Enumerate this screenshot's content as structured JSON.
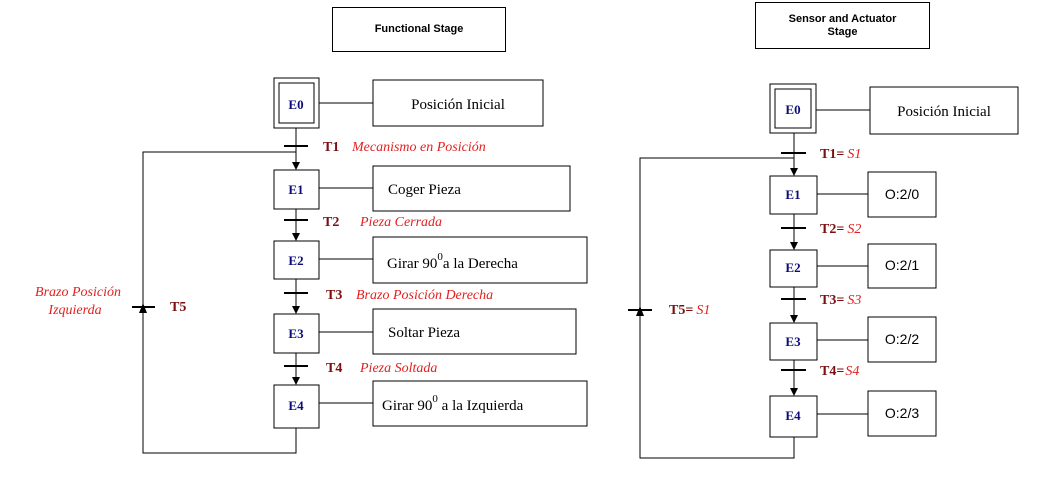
{
  "titles": {
    "functional": "Functional Stage",
    "sensor_line1": "Sensor and Actuator",
    "sensor_line2": "Stage"
  },
  "functional": {
    "steps": [
      {
        "id": "E0",
        "action": "Posición Inicial",
        "initial": true
      },
      {
        "id": "E1",
        "action": "Coger Pieza"
      },
      {
        "id": "E2",
        "action_pre": "Girar 90",
        "action_sup": "0",
        "action_post": "a la Derecha"
      },
      {
        "id": "E3",
        "action": "Soltar Pieza"
      },
      {
        "id": "E4",
        "action_pre": "Girar 90",
        "action_sup": "0",
        "action_post": " a la Izquierda"
      }
    ],
    "transitions": [
      {
        "id": "T1",
        "condition": "Mecanismo en Posición"
      },
      {
        "id": "T2",
        "condition": "Pieza Cerrada"
      },
      {
        "id": "T3",
        "condition": "Brazo Posición Derecha"
      },
      {
        "id": "T4",
        "condition": "Pieza Soltada"
      }
    ],
    "loop": {
      "id": "T5",
      "condition_line1": "Brazo Posición",
      "condition_line2": "Izquierda"
    }
  },
  "sensor": {
    "steps": [
      {
        "id": "E0",
        "action": "Posición Inicial",
        "initial": true
      },
      {
        "id": "E1",
        "action": "O:2/0"
      },
      {
        "id": "E2",
        "action": "O:2/1"
      },
      {
        "id": "E3",
        "action": "O:2/2"
      },
      {
        "id": "E4",
        "action": "O:2/3"
      }
    ],
    "transitions": [
      {
        "id": "T1",
        "eq": "=",
        "condition": "S1"
      },
      {
        "id": "T2",
        "eq": "=",
        "condition": "S2"
      },
      {
        "id": "T3",
        "eq": "=",
        "condition": "S3"
      },
      {
        "id": "T4",
        "eq": "=",
        "condition": "S4"
      }
    ],
    "loop": {
      "id": "T5",
      "eq": "=",
      "condition": "S1"
    }
  }
}
